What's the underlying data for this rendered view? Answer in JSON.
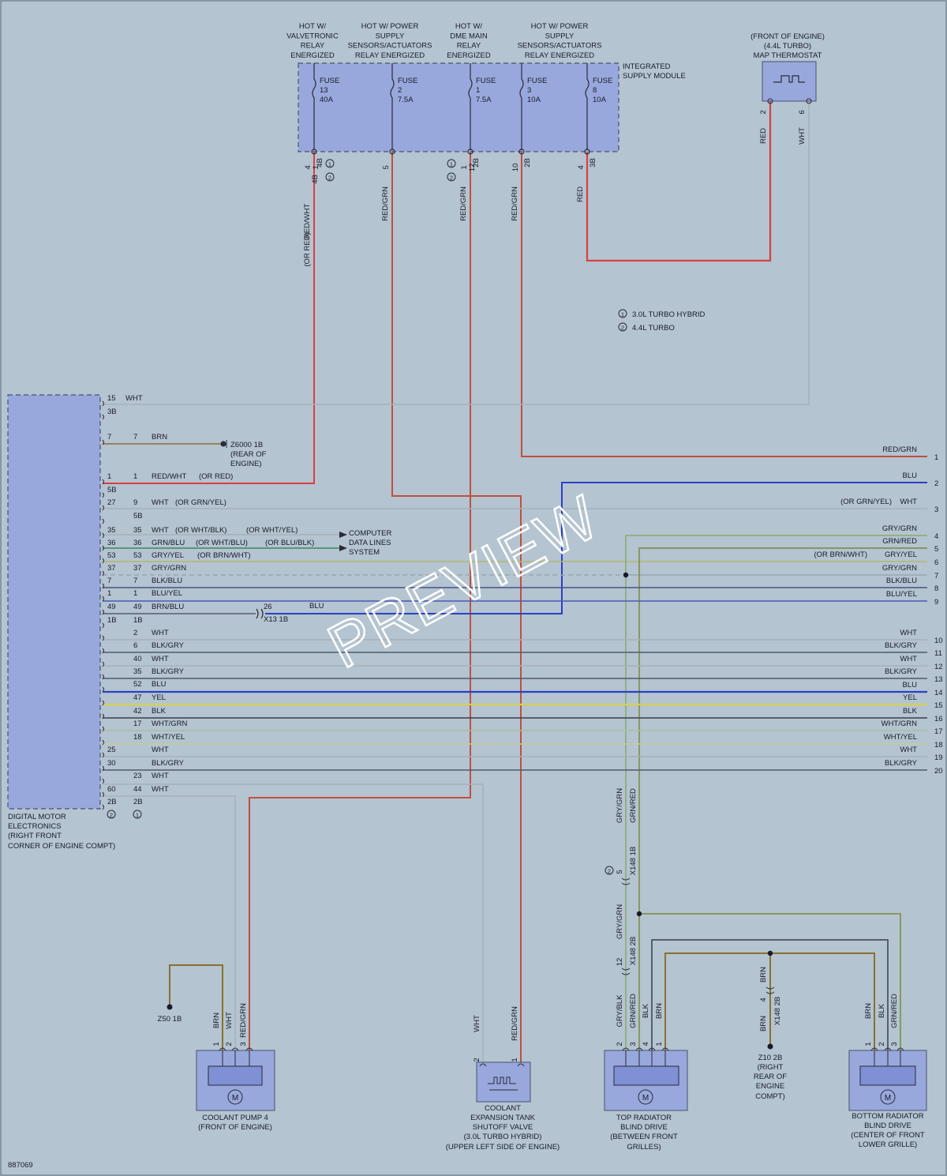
{
  "colors": {
    "background": "#b4c4d0",
    "module_fill": "#98a8dc",
    "red": "#d94040",
    "red_grn": "#c0503c",
    "blue": "#2a40c8",
    "yellow": "#d8d050",
    "brown": "#8a7030",
    "gray": "#9aa6b0",
    "green_gray": "#8aa870",
    "dark": "#505a6a"
  },
  "ism": {
    "headers": [
      {
        "lines": [
          "HOT W/",
          "VALVETRONIC",
          "RELAY",
          "ENERGIZED"
        ]
      },
      {
        "lines": [
          "HOT W/ POWER",
          "SUPPLY",
          "SENSORS/ACTUATORS",
          "RELAY ENERGIZED"
        ]
      },
      {
        "lines": [
          "HOT W/",
          "DME MAIN",
          "RELAY",
          "ENERGIZED"
        ]
      },
      {
        "lines": [
          "HOT W/ POWER",
          "SUPPLY",
          "SENSORS/ACTUATORS",
          "RELAY ENERGIZED"
        ]
      }
    ],
    "title": [
      "INTEGRATED",
      "SUPPLY MODULE"
    ],
    "fuses": [
      {
        "lines": [
          "FUSE",
          "13",
          "40A"
        ]
      },
      {
        "lines": [
          "FUSE",
          "2",
          "7.5A"
        ]
      },
      {
        "lines": [
          "FUSE",
          "1",
          "7.5A"
        ]
      },
      {
        "lines": [
          "FUSE",
          "3",
          "10A"
        ]
      },
      {
        "lines": [
          "FUSE",
          "8",
          "10A"
        ]
      }
    ],
    "pins": [
      {
        "pin": "4",
        "conn": "4B",
        "alt_pin": "1",
        "alt_conn": "4B"
      },
      {
        "pin": "5",
        "conn": ""
      },
      {
        "pin": "1",
        "conn": "2B",
        "alt_pin": "12"
      },
      {
        "pin": "10",
        "conn": "2B"
      },
      {
        "pin": "4",
        "conn": "3B"
      }
    ],
    "wires": [
      "RED/WHT",
      "(OR RED)",
      "RED/GRN",
      "RED/GRN",
      "RED/GRN",
      "RED"
    ]
  },
  "thermostat": {
    "label": [
      "(FRONT OF ENGINE)",
      "(4.4L TURBO)",
      "MAP THERMOSTAT"
    ],
    "pins": [
      "2",
      "6"
    ],
    "wires": [
      "RED",
      "WHT"
    ]
  },
  "legend": [
    {
      "num": "1",
      "text": "3.0L TURBO HYBRID"
    },
    {
      "num": "2",
      "text": "4.4L TURBO"
    }
  ],
  "dme": {
    "label": [
      "DIGITAL MOTOR",
      "ELECTRONICS",
      "(RIGHT FRONT",
      "CORNER OF ENGINE COMPT)"
    ],
    "rows": [
      {
        "p1": "15",
        "p2": "",
        "wire": "WHT",
        "note": ""
      },
      {
        "p1": "3B",
        "p2": "",
        "wire": "",
        "note": ""
      },
      {
        "p1": "7",
        "p2": "7",
        "wire": "BRN",
        "note": ""
      },
      {
        "p1": "1",
        "p2": "1",
        "wire": "RED/WHT",
        "note": "(OR RED)"
      },
      {
        "p1": "5B",
        "p2": "",
        "wire": "",
        "note": ""
      },
      {
        "p1": "27",
        "p2": "9",
        "wire": "WHT",
        "note": "(OR GRN/YEL)"
      },
      {
        "p1": "",
        "p2": "5B",
        "wire": "",
        "note": ""
      },
      {
        "p1": "35",
        "p2": "35",
        "wire": "WHT",
        "note": "(OR WHT/BLK)",
        "note2": "(OR WHT/YEL)"
      },
      {
        "p1": "36",
        "p2": "36",
        "wire": "GRN/BLU",
        "note": "(OR WHT/BLU)",
        "note2": "(OR BLU/BLK)"
      },
      {
        "p1": "53",
        "p2": "53",
        "wire": "GRY/YEL",
        "note": "(OR BRN/WHT)"
      },
      {
        "p1": "37",
        "p2": "37",
        "wire": "GRY/GRN",
        "note": ""
      },
      {
        "p1": "7",
        "p2": "7",
        "wire": "BLK/BLU",
        "note": ""
      },
      {
        "p1": "1",
        "p2": "1",
        "wire": "BLU/YEL",
        "note": ""
      },
      {
        "p1": "49",
        "p2": "49",
        "wire": "BRN/BLU",
        "note": ""
      },
      {
        "p1": "1B",
        "p2": "1B",
        "wire": "",
        "note": ""
      },
      {
        "p1": "",
        "p2": "2",
        "wire": "WHT",
        "note": ""
      },
      {
        "p1": "",
        "p2": "6",
        "wire": "BLK/GRY",
        "note": ""
      },
      {
        "p1": "",
        "p2": "40",
        "wire": "WHT",
        "note": ""
      },
      {
        "p1": "",
        "p2": "35",
        "wire": "BLK/GRY",
        "note": ""
      },
      {
        "p1": "",
        "p2": "52",
        "wire": "BLU",
        "note": ""
      },
      {
        "p1": "",
        "p2": "47",
        "wire": "YEL",
        "note": ""
      },
      {
        "p1": "",
        "p2": "42",
        "wire": "BLK",
        "note": ""
      },
      {
        "p1": "",
        "p2": "17",
        "wire": "WHT/GRN",
        "note": ""
      },
      {
        "p1": "",
        "p2": "18",
        "wire": "WHT/YEL",
        "note": ""
      },
      {
        "p1": "25",
        "p2": "",
        "wire": "WHT",
        "note": ""
      },
      {
        "p1": "30",
        "p2": "",
        "wire": "BLK/GRY",
        "note": ""
      },
      {
        "p1": "",
        "p2": "23",
        "wire": "WHT",
        "note": ""
      },
      {
        "p1": "60",
        "p2": "44",
        "wire": "WHT",
        "note": ""
      },
      {
        "p1": "2B",
        "p2": "2B",
        "wire": "",
        "note": ""
      }
    ],
    "ground": [
      "Z6000 1B",
      "(REAR OF",
      "ENGINE)"
    ],
    "connector_x13": [
      "26",
      "X13 1B"
    ],
    "x13_wire": "BLU",
    "data_lines": [
      "COMPUTER",
      "DATA LINES",
      "SYSTEM"
    ]
  },
  "right_edge": [
    {
      "num": "1",
      "wire": "RED/GRN",
      "note": ""
    },
    {
      "num": "2",
      "wire": "BLU",
      "note": ""
    },
    {
      "num": "3",
      "wire": "WHT",
      "note": "(OR GRN/YEL)"
    },
    {
      "num": "4",
      "wire": "GRY/GRN",
      "note": ""
    },
    {
      "num": "5",
      "wire": "GRN/RED",
      "note": ""
    },
    {
      "num": "6",
      "wire": "GRY/YEL",
      "note": "(OR BRN/WHT)"
    },
    {
      "num": "7",
      "wire": "GRY/GRN",
      "note": ""
    },
    {
      "num": "8",
      "wire": "BLK/BLU",
      "note": ""
    },
    {
      "num": "9",
      "wire": "BLU/YEL",
      "note": ""
    },
    {
      "num": "10",
      "wire": "WHT",
      "note": ""
    },
    {
      "num": "11",
      "wire": "BLK/GRY",
      "note": ""
    },
    {
      "num": "12",
      "wire": "WHT",
      "note": ""
    },
    {
      "num": "13",
      "wire": "BLK/GRY",
      "note": ""
    },
    {
      "num": "14",
      "wire": "BLU",
      "note": ""
    },
    {
      "num": "15",
      "wire": "YEL",
      "note": ""
    },
    {
      "num": "16",
      "wire": "BLK",
      "note": ""
    },
    {
      "num": "17",
      "wire": "WHT/GRN",
      "note": ""
    },
    {
      "num": "18",
      "wire": "WHT/YEL",
      "note": ""
    },
    {
      "num": "19",
      "wire": "WHT",
      "note": ""
    },
    {
      "num": "20",
      "wire": "BLK/GRY",
      "note": ""
    }
  ],
  "mid_labels": {
    "gry_grn": "GRY/GRN",
    "grn_red": "GRN/RED",
    "x148_1b": [
      "5",
      "X148 1B"
    ],
    "x148_2b_12": [
      "12",
      "X148 2B"
    ],
    "x148_2b_4": [
      "4",
      "X148 2B"
    ],
    "brn": "BRN"
  },
  "components": [
    {
      "id": "pump",
      "label": [
        "COOLANT PUMP 4",
        "(FRONT OF ENGINE)"
      ],
      "pins": [
        "1",
        "2",
        "3"
      ],
      "wires": [
        "BRN",
        "WHT",
        "RED/GRN"
      ],
      "ground": "Z50 1B"
    },
    {
      "id": "valve",
      "label": [
        "COOLANT",
        "EXPANSION TANK",
        "SHUTOFF VALVE",
        "(3.0L TURBO HYBRID)",
        "(UPPER LEFT SIDE OF ENGINE)"
      ],
      "pins": [
        "2",
        "1"
      ],
      "wires": [
        "WHT",
        "RED/GRN"
      ]
    },
    {
      "id": "top",
      "label": [
        "TOP RADIATOR",
        "BLIND DRIVE",
        "(BETWEEN FRONT",
        "GRILLES)"
      ],
      "pins": [
        "2",
        "3",
        "4",
        "1"
      ],
      "wires": [
        "GRY/BLK",
        "GRN/RED",
        "BLK",
        "BRN"
      ]
    },
    {
      "id": "ground_z10",
      "label": [
        "Z10 2B",
        "(RIGHT",
        "REAR OF",
        "ENGINE",
        "COMPT)"
      ]
    },
    {
      "id": "bottom",
      "label": [
        "BOTTOM RADIATOR",
        "BLIND DRIVE",
        "(CENTER OF FRONT",
        "LOWER GRILLE)"
      ],
      "pins": [
        "1",
        "2",
        "3"
      ],
      "wires": [
        "BRN",
        "BLK",
        "GRN/RED"
      ]
    }
  ],
  "footer_id": "887069",
  "watermark": "PREVIEW"
}
